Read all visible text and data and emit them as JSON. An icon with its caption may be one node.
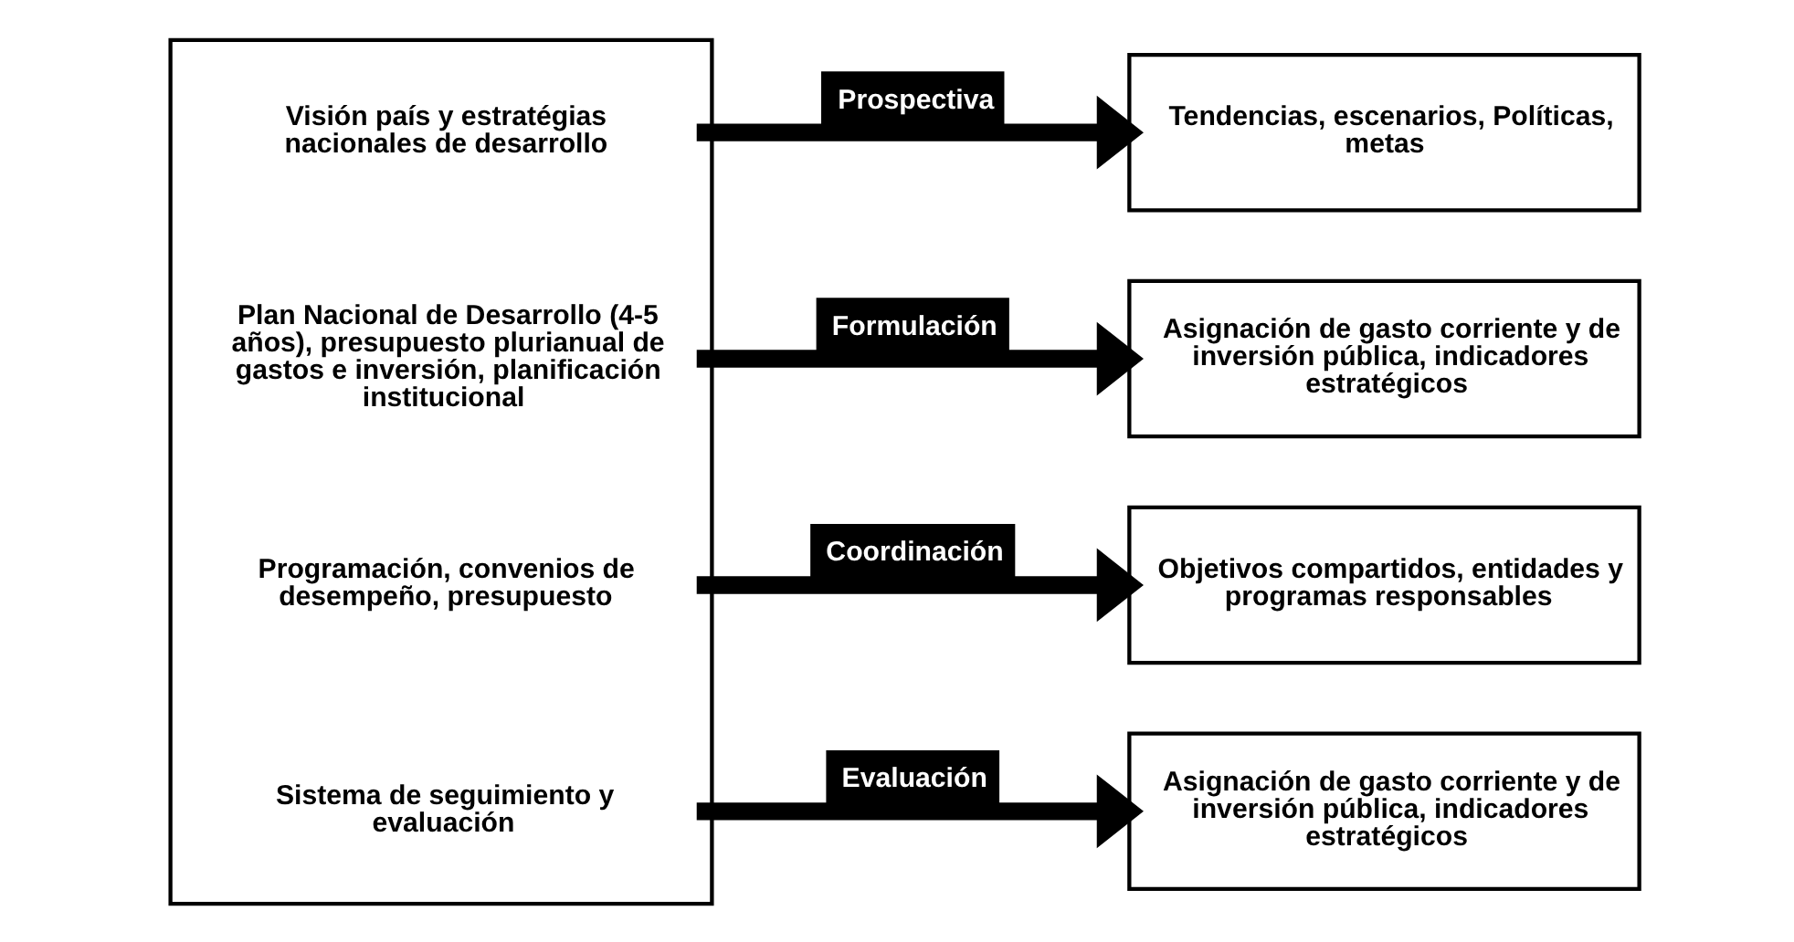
{
  "diagram": {
    "nodes": [
      {
        "text": [],
        "shape": "box"
      },
      {
        "text": [
          "Visión país y estratégias nacionales de desarrollo"
        ],
        "in": 0
      },
      {
        "text": [
          "Plan Nacional de Desarrollo (4-5 años), presupuesto plurianual de gastos e inversión, planificación institucional"
        ],
        "in": 0
      },
      {
        "text": [
          "Programación, convenios de desempeño, presupuesto"
        ],
        "in": 0
      },
      {
        "text": [
          "Sistema de seguimiento y evaluación"
        ],
        "in": 0
      },
      {
        "text": [
          "Tendencias, escenarios, Políticas, metas"
        ]
      },
      {
        "text": [
          "Asignación de gasto corriente y de inversión pública, indicadores estratégicos"
        ]
      },
      {
        "text": [
          "Objetivos compartidos, entidades y programas responsables"
        ]
      },
      {
        "text": [
          "Asignación de gasto corriente y de inversión pública, indicadores estratégicos"
        ]
      }
    ],
    "edges": [
      {
        "from": 1,
        "to": 5,
        "arrow": "to",
        "label": "Prospectiva"
      },
      {
        "from": 2,
        "to": 6,
        "arrow": "to",
        "label": "Formulación"
      },
      {
        "from": 3,
        "to": 7,
        "arrow": "to",
        "label": "Coordinación"
      },
      {
        "from": 4,
        "to": 8,
        "arrow": "to",
        "label": "Evaluación"
      }
    ]
  }
}
